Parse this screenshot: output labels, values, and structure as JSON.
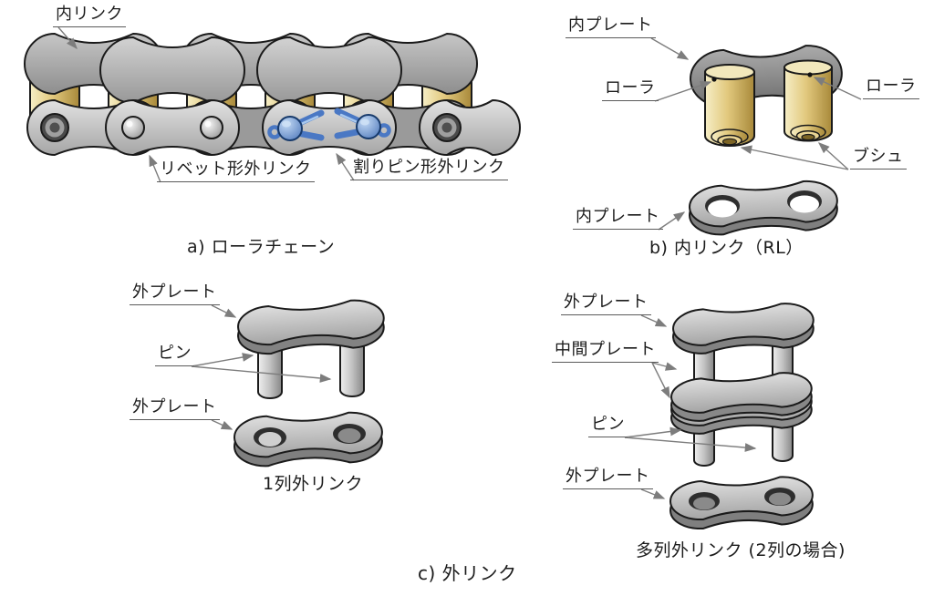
{
  "figure": {
    "background": "#ffffff",
    "outline_color": "#1a1a1a",
    "leader_color": "#7d7d7d",
    "colors": {
      "roller_gold": "#e2c97e",
      "plate_gray": "#b5b5b5",
      "plate_dark_gray": "#8a8a8a",
      "cotter_pin_blue": "#5a82c2"
    },
    "sections": {
      "a": {
        "caption": "a) ローラチェーン",
        "labels": {
          "inner_link": "内リンク",
          "rivet_outer_link": "リベット形外リンク",
          "cotter_outer_link": "割りピン形外リンク"
        }
      },
      "b": {
        "caption": "b) 内リンク（RL）",
        "labels": {
          "inner_plate_top": "内プレート",
          "roller_left": "ローラ",
          "roller_right": "ローラ",
          "bush": "ブシュ",
          "inner_plate_bottom": "内プレート"
        }
      },
      "c": {
        "caption": "c) 外リンク",
        "single_row": {
          "caption": "1列外リンク",
          "labels": {
            "outer_plate_top": "外プレート",
            "pin": "ピン",
            "outer_plate_bottom": "外プレート"
          }
        },
        "multi_row": {
          "caption": "多列外リンク (2列の場合)",
          "labels": {
            "outer_plate_top": "外プレート",
            "middle_plate": "中間プレート",
            "pin": "ピン",
            "outer_plate_bottom": "外プレート"
          }
        }
      }
    }
  }
}
